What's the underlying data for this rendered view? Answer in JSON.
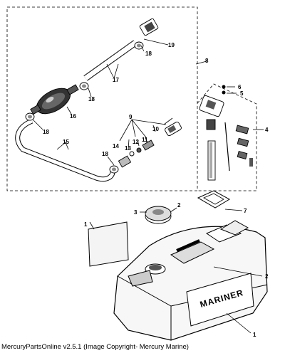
{
  "callouts": {
    "c1_label_plate": "1",
    "c1_tank": "1",
    "c2_cap_left": "2",
    "c2_tank_right": "2",
    "c3": "3",
    "c4": "4",
    "c5": "5",
    "c6": "6",
    "c7": "7",
    "c8": "8",
    "c9": "9",
    "c10": "10",
    "c11": "11",
    "c12": "12",
    "c13": "13",
    "c14": "14",
    "c15": "15",
    "c16": "16",
    "c17": "17",
    "c18_top": "18",
    "c18_midright": "18",
    "c18_left": "18",
    "c18_bottom": "18",
    "c19": "19"
  },
  "tank_brand": "MARINER",
  "footer": "MercuryPartsOnline v2.5.1 (Image Copyright- Mercury Marine)"
}
